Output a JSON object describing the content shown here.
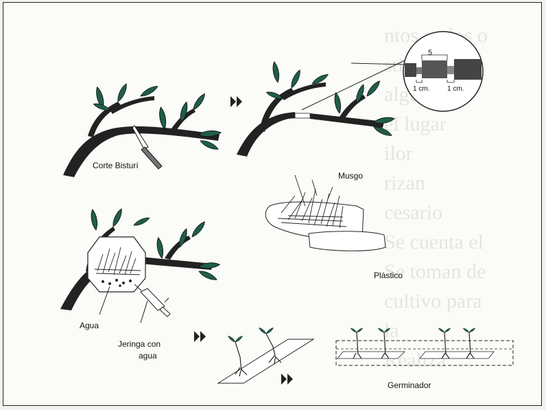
{
  "labels": {
    "cut": "Corte Bisturí",
    "moss": "Musgo",
    "plastic": "Plástico",
    "water": "Agua",
    "syringe_line1": "Jeringa con",
    "syringe_line2": "agua",
    "germinator": "Germinador",
    "dim_top": "5",
    "dim_left": "1 cm.",
    "dim_right": "1 cm."
  },
  "background_text": [
    "ntos en los o",
    "stico y se",
    "alguna da",
    "el lugar",
    "ilor",
    "rizan",
    "cesario",
    "Se cuenta el",
    "Se toman de",
    "cultivo para",
    "la",
    "Realiza"
  ],
  "colors": {
    "leaf": "#1f5e4a",
    "ink": "#111111",
    "page": "#fbfbf8"
  }
}
